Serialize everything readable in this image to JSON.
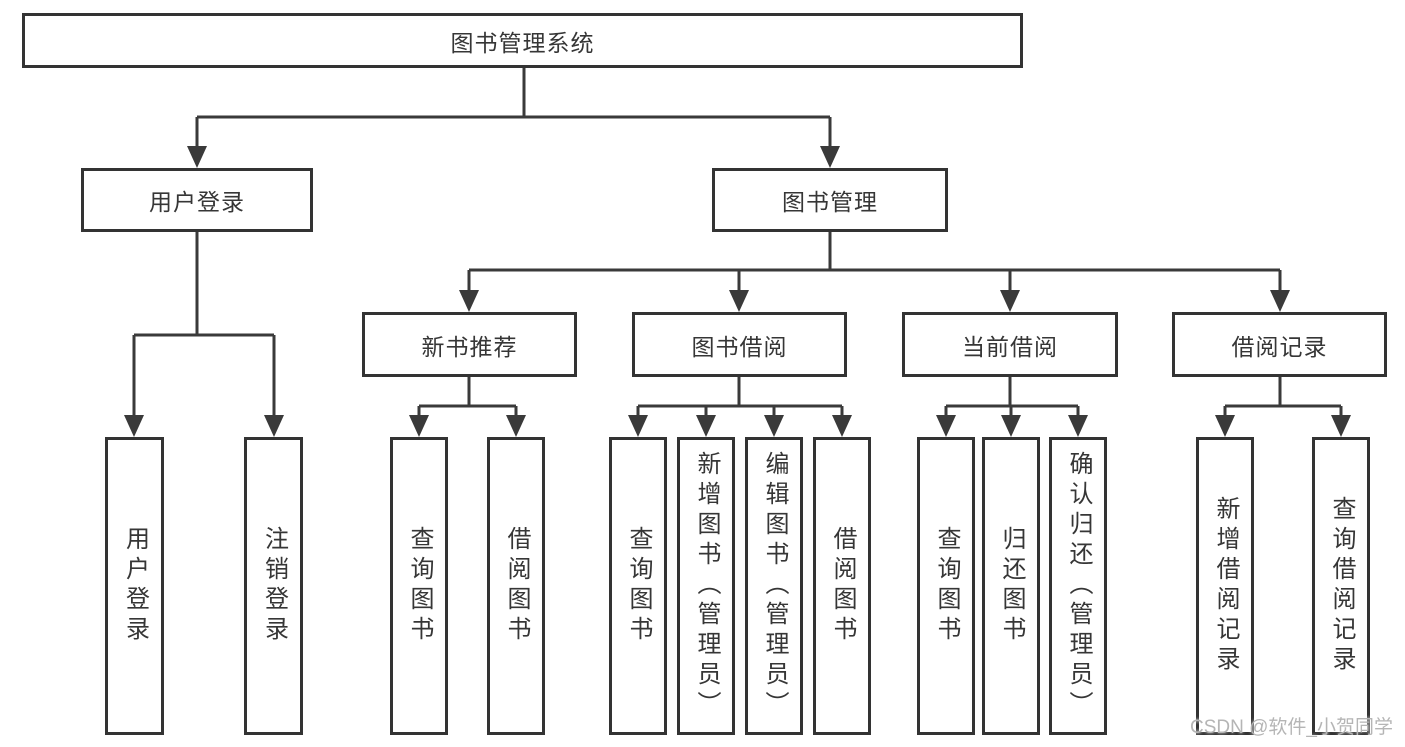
{
  "diagram": {
    "root": {
      "label": "图书管理系统"
    },
    "children": [
      {
        "label": "用户登录",
        "children": [
          {
            "label": "用户登录"
          },
          {
            "label": "注销登录"
          }
        ]
      },
      {
        "label": "图书管理",
        "children": [
          {
            "label": "新书推荐",
            "children": [
              {
                "label": "查询图书"
              },
              {
                "label": "借阅图书"
              }
            ]
          },
          {
            "label": "图书借阅",
            "children": [
              {
                "label": "查询图书"
              },
              {
                "label": "新增图书（管理员）"
              },
              {
                "label": "编辑图书（管理员）"
              },
              {
                "label": "借阅图书"
              }
            ]
          },
          {
            "label": "当前借阅",
            "children": [
              {
                "label": "查询图书"
              },
              {
                "label": "归还图书"
              },
              {
                "label": "确认归还（管理员）"
              }
            ]
          },
          {
            "label": "借阅记录",
            "children": [
              {
                "label": "新增借阅记录"
              },
              {
                "label": "查询借阅记录"
              }
            ]
          }
        ]
      }
    ]
  },
  "watermark": {
    "text": "CSDN @软件_小贺同学"
  },
  "colors": {
    "line": "#3a3a3a",
    "box_border": "#333333",
    "text": "#363636",
    "background": "#ffffff",
    "watermark": "#b5b5b5"
  }
}
